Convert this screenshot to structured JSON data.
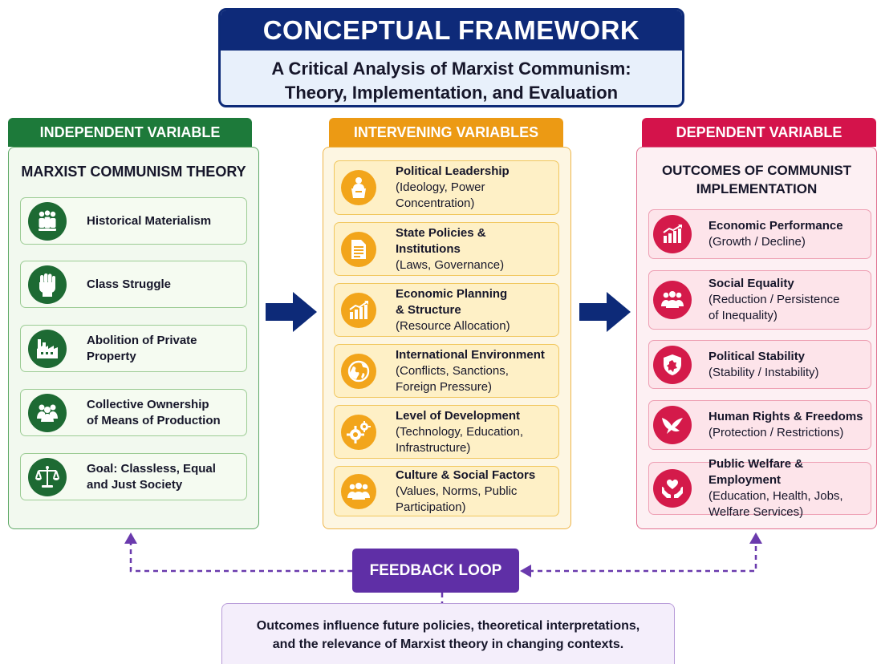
{
  "title": {
    "main": "CONCEPTUAL FRAMEWORK",
    "subtitle_line1": "A Critical Analysis of Marxist Communism:",
    "subtitle_line2": "Theory, Implementation, and Evaluation"
  },
  "colors": {
    "navy": "#0e2a79",
    "independent": "#1d7a3a",
    "intervening": "#ec9a14",
    "dependent": "#d4134b",
    "feedback": "#5f2fa6"
  },
  "independent": {
    "header": "INDEPENDENT VARIABLE",
    "title": "MARXIST COMMUNISM THEORY",
    "items": [
      {
        "icon": "people-group-icon",
        "line1": "Historical Materialism",
        "line2": ""
      },
      {
        "icon": "raised-fist-icon",
        "line1": "Class Struggle",
        "line2": ""
      },
      {
        "icon": "factory-icon",
        "line1": "Abolition of Private",
        "line2": "Property"
      },
      {
        "icon": "community-icon",
        "line1": "Collective Ownership",
        "line2": "of Means of Production"
      },
      {
        "icon": "scales-icon",
        "line1": "Goal: Classless, Equal",
        "line2": "and Just Society"
      }
    ]
  },
  "intervening": {
    "header": "INTERVENING VARIABLES",
    "items": [
      {
        "icon": "podium-speaker-icon",
        "title1": "Political Leadership",
        "title2": "",
        "desc1": "(Ideology, Power",
        "desc2": "Concentration)"
      },
      {
        "icon": "document-icon",
        "title1": "State Policies &",
        "title2": "Institutions",
        "desc1": "(Laws, Governance)",
        "desc2": ""
      },
      {
        "icon": "growth-chart-icon",
        "title1": "Economic Planning",
        "title2": "& Structure",
        "desc1": "(Resource Allocation)",
        "desc2": ""
      },
      {
        "icon": "globe-icon",
        "title1": "International Environment",
        "title2": "",
        "desc1": "(Conflicts, Sanctions,",
        "desc2": "Foreign Pressure)"
      },
      {
        "icon": "gears-icon",
        "title1": "Level of Development",
        "title2": "",
        "desc1": "(Technology, Education,",
        "desc2": "Infrastructure)"
      },
      {
        "icon": "group-icon",
        "title1": "Culture & Social Factors",
        "title2": "",
        "desc1": "(Values, Norms, Public",
        "desc2": "Participation)"
      }
    ]
  },
  "dependent": {
    "header": "DEPENDENT VARIABLE",
    "title_line1": "OUTCOMES OF COMMUNIST",
    "title_line2": "IMPLEMENTATION",
    "items": [
      {
        "icon": "bar-chart-up-icon",
        "title": "Economic Performance",
        "desc1": "(Growth / Decline)",
        "desc2": ""
      },
      {
        "icon": "people-group-icon",
        "title": "Social Equality",
        "desc1": "(Reduction / Persistence",
        "desc2": "of Inequality)"
      },
      {
        "icon": "shield-icon",
        "title": "Political Stability",
        "desc1": "(Stability / Instability)",
        "desc2": ""
      },
      {
        "icon": "dove-icon",
        "title": "Human Rights & Freedoms",
        "desc1": "(Protection / Restrictions)",
        "desc2": ""
      },
      {
        "icon": "heart-hands-icon",
        "title": "Public Welfare & Employment",
        "desc1": "(Education, Health, Jobs,",
        "desc2": "Welfare Services)"
      }
    ]
  },
  "feedback": {
    "label": "FEEDBACK LOOP",
    "note_line1": "Outcomes influence future policies, theoretical interpretations,",
    "note_line2": "and the relevance of Marxist theory in changing contexts."
  }
}
